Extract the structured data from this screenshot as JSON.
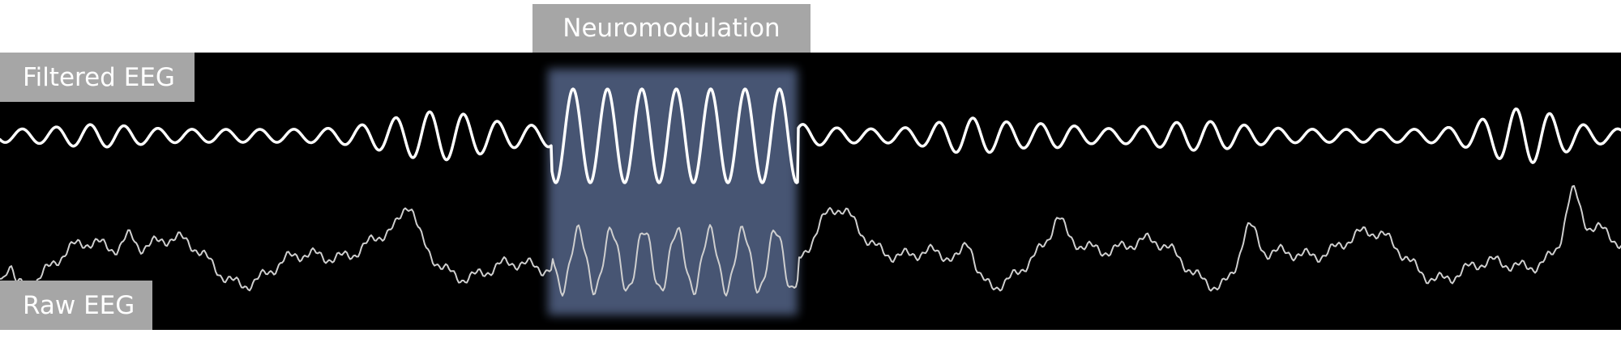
{
  "labels": {
    "neuromodulation": "Neuromodulation",
    "filtered_eeg": "Filtered EEG",
    "raw_eeg": "Raw EEG"
  },
  "colors": {
    "panel_background": "#000000",
    "label_background": "#a6a6a6",
    "label_text": "#ffffff",
    "highlight": "#4b5a7a",
    "filtered_trace": "#ffffff",
    "raw_trace": "#cfcfcf"
  }
}
